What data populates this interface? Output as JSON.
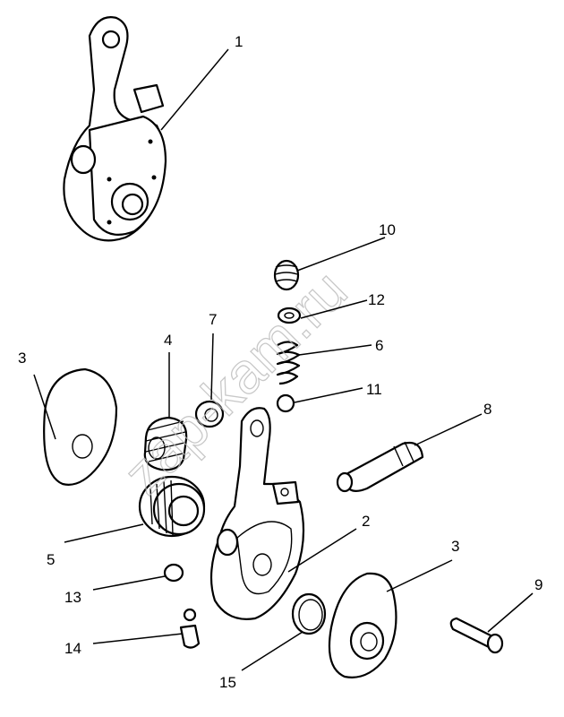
{
  "diagram": {
    "watermark": "zap-kam.ru",
    "callouts": [
      {
        "id": "callout-1",
        "label": "1"
      },
      {
        "id": "callout-10",
        "label": "10"
      },
      {
        "id": "callout-12",
        "label": "12"
      },
      {
        "id": "callout-6",
        "label": "6"
      },
      {
        "id": "callout-11",
        "label": "11"
      },
      {
        "id": "callout-7",
        "label": "7"
      },
      {
        "id": "callout-4",
        "label": "4"
      },
      {
        "id": "callout-3a",
        "label": "3"
      },
      {
        "id": "callout-8",
        "label": "8"
      },
      {
        "id": "callout-2",
        "label": "2"
      },
      {
        "id": "callout-3b",
        "label": "3"
      },
      {
        "id": "callout-9",
        "label": "9"
      },
      {
        "id": "callout-5",
        "label": "5"
      },
      {
        "id": "callout-13",
        "label": "13"
      },
      {
        "id": "callout-14",
        "label": "14"
      },
      {
        "id": "callout-15",
        "label": "15"
      }
    ]
  }
}
